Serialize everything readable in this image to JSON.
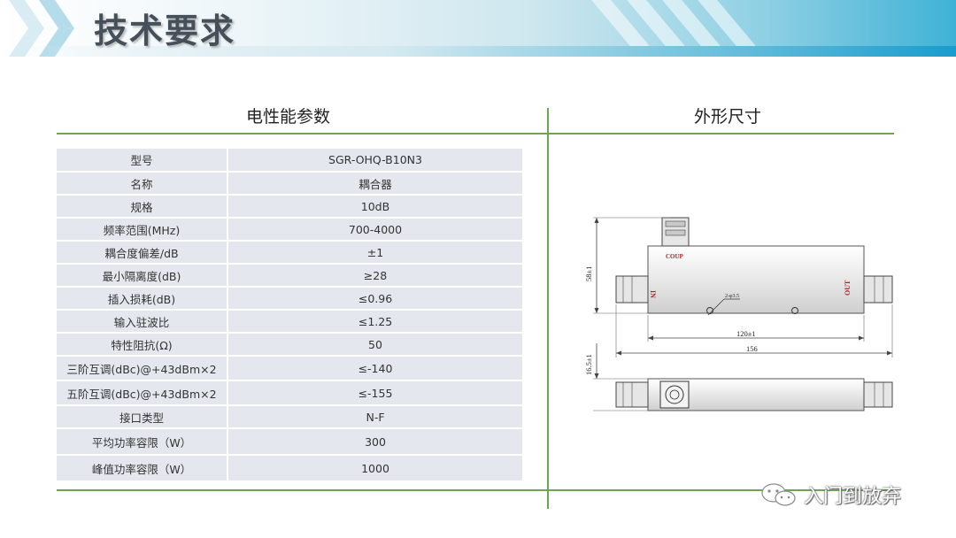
{
  "header": {
    "title": "技术要求"
  },
  "sections": {
    "electrical": "电性能参数",
    "dimensions": "外形尺寸"
  },
  "specs": [
    {
      "key": "型号",
      "value": "SGR-OHQ-B10N3"
    },
    {
      "key": "名称",
      "value": "耦合器"
    },
    {
      "key": "规格",
      "value": "10dB"
    },
    {
      "key": "频率范围(MHz)",
      "value": "700-4000"
    },
    {
      "key": "耦合度偏差/dB",
      "value": "±1"
    },
    {
      "key": "最小隔离度(dB)",
      "value": "≥28"
    },
    {
      "key": "插入损耗(dB)",
      "value": "≤0.96"
    },
    {
      "key": "输入驻波比",
      "value": "≤1.25"
    },
    {
      "key": "特性阻抗(Ω)",
      "value": "50"
    },
    {
      "key": "三阶互调(dBc)@+43dBm×2",
      "value": "≤-140"
    },
    {
      "key": "五阶互调(dBc)@+43dBm×2",
      "value": "≤-155"
    },
    {
      "key": "接口类型",
      "value": "N-F"
    },
    {
      "key": "平均功率容限（W）",
      "value": "300"
    },
    {
      "key": "峰值功率容限（W）",
      "value": "1000"
    }
  ],
  "drawing": {
    "port_coup": "COUP",
    "port_in": "IN",
    "port_out": "OUT",
    "dim_height": "58±1",
    "dim_body_length": "120±1",
    "dim_total_length": "156",
    "dim_thickness": "16.5±1",
    "dim_hole": "2-φ3.5"
  },
  "watermark": {
    "text": "入门到放弃"
  },
  "colors": {
    "accent_line": "#6aa84f",
    "banner_blue": "#1a9ccc",
    "table_bg": "#e4e8ee",
    "port_label": "#b22222"
  }
}
